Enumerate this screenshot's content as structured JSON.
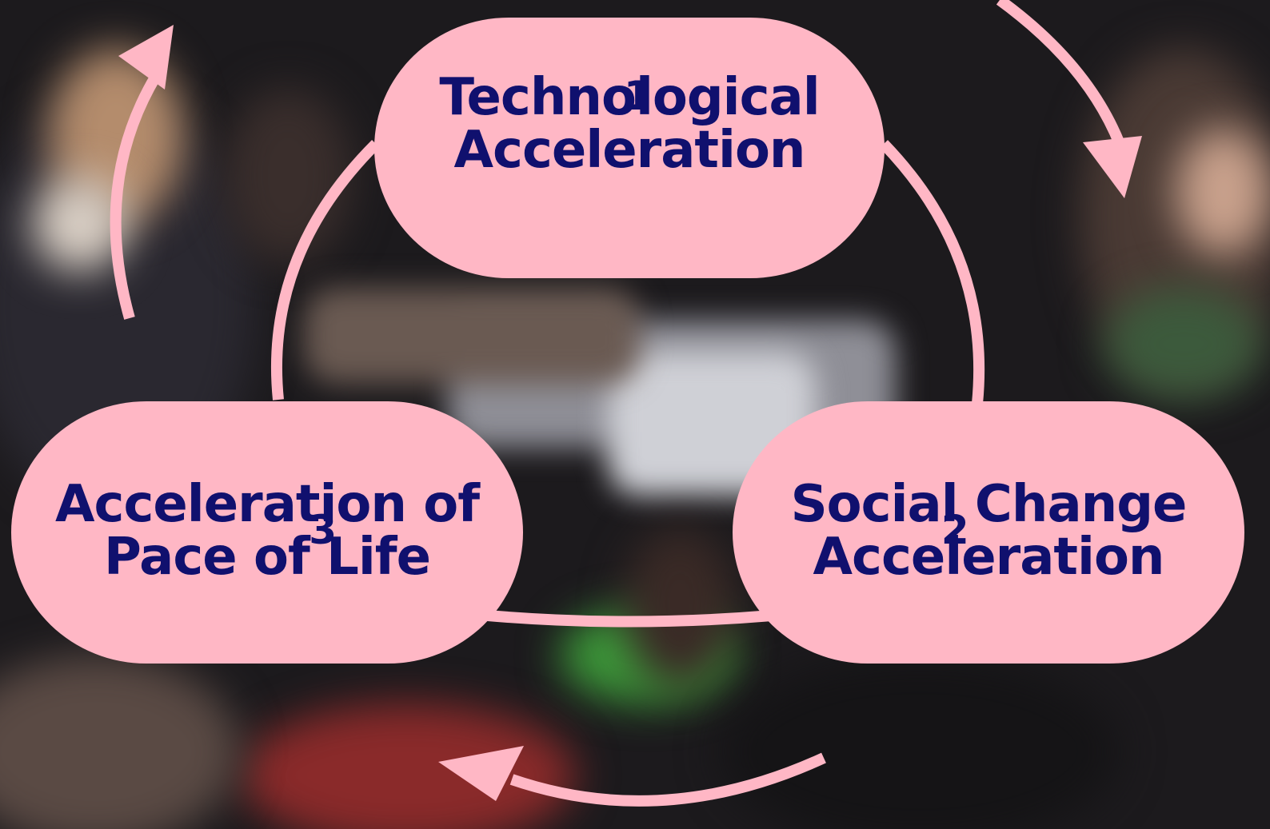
{
  "nodes": [
    {
      "id": "technological",
      "number": "1",
      "lines": [
        "Technological",
        "Acceleration"
      ]
    },
    {
      "id": "social",
      "number": "2",
      "lines": [
        "Social Change",
        "Acceleration"
      ]
    },
    {
      "id": "pace",
      "number": "3",
      "lines": [
        "Acceleration of",
        "Pace of Life"
      ]
    }
  ],
  "colors": {
    "node_fill": "#ffb7c5",
    "text": "#10106e",
    "connector": "#ffb7c5"
  }
}
